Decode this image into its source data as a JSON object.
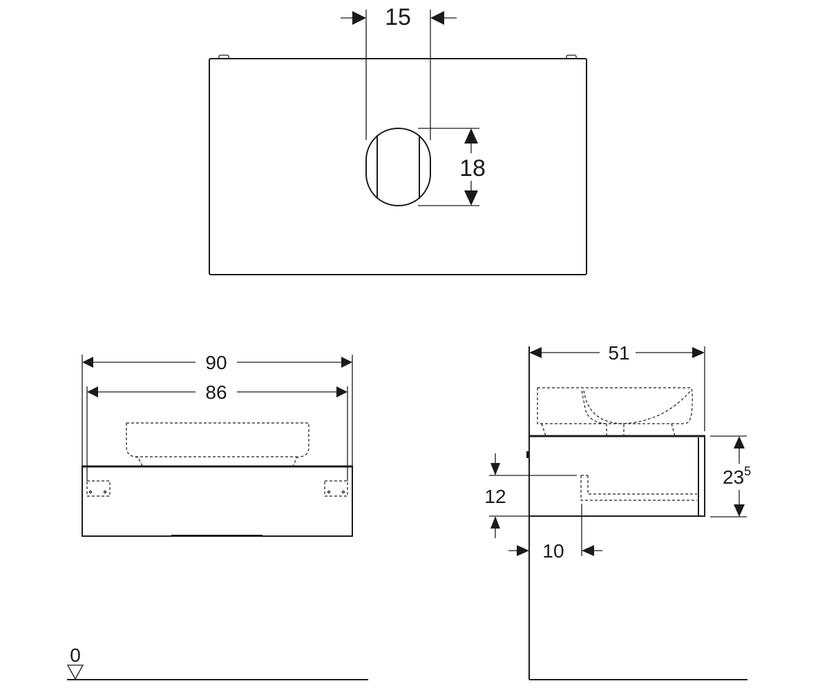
{
  "dimensions": {
    "cutout_width": "15",
    "cutout_height": "18",
    "total_width": "90",
    "inner_width": "86",
    "depth": "51",
    "height_main": "23",
    "height_sup": "5",
    "drawer_height": "12",
    "drawer_offset": "10",
    "floor_level": "0"
  },
  "colors": {
    "line": "#1a1a1a",
    "background": "#ffffff"
  }
}
